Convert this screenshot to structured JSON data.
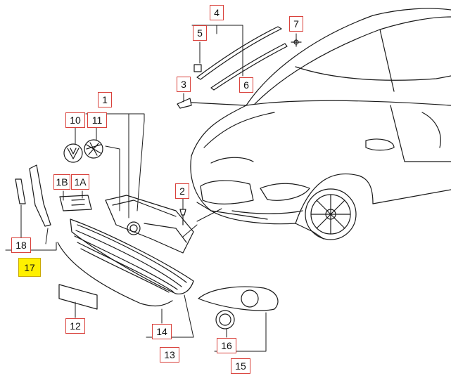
{
  "diagram": {
    "callouts": [
      {
        "id": "c1",
        "label": "1"
      },
      {
        "id": "c1a",
        "label": "1A"
      },
      {
        "id": "c1b",
        "label": "1B"
      },
      {
        "id": "c2",
        "label": "2"
      },
      {
        "id": "c3",
        "label": "3"
      },
      {
        "id": "c4",
        "label": "4"
      },
      {
        "id": "c5",
        "label": "5"
      },
      {
        "id": "c6",
        "label": "6"
      },
      {
        "id": "c7",
        "label": "7"
      },
      {
        "id": "c10",
        "label": "10"
      },
      {
        "id": "c11",
        "label": "11"
      },
      {
        "id": "c12",
        "label": "12"
      },
      {
        "id": "c13",
        "label": "13"
      },
      {
        "id": "c14",
        "label": "14"
      },
      {
        "id": "c15",
        "label": "15"
      },
      {
        "id": "c16",
        "label": "16"
      },
      {
        "id": "c17",
        "label": "17",
        "highlighted": true
      },
      {
        "id": "c18",
        "label": "18"
      }
    ],
    "colors": {
      "line": "#1a1a1a",
      "callout_border": "#d9413b",
      "highlight": "#fff000"
    }
  }
}
